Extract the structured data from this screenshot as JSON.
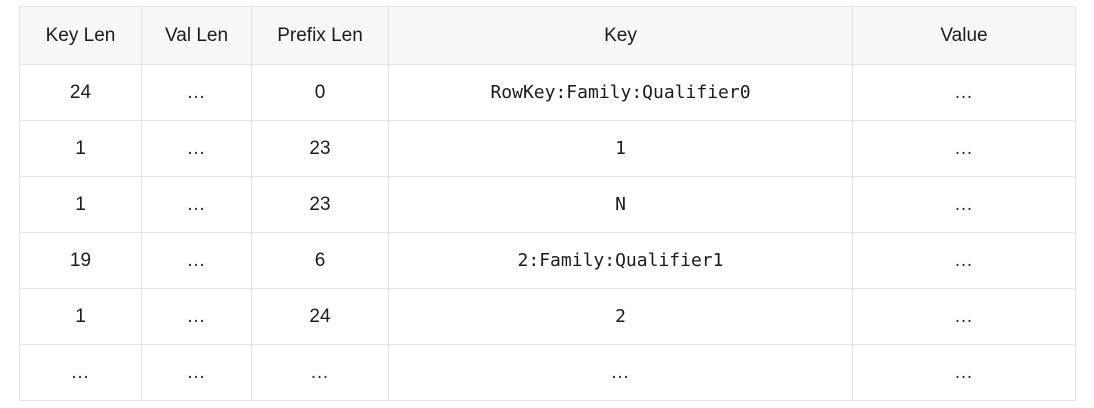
{
  "table": {
    "columns": [
      {
        "key": "key_len",
        "label": "Key Len",
        "align": "center",
        "font": "sans"
      },
      {
        "key": "val_len",
        "label": "Val Len",
        "align": "center",
        "font": "sans"
      },
      {
        "key": "prefix_len",
        "label": "Prefix Len",
        "align": "center",
        "font": "sans"
      },
      {
        "key": "key",
        "label": "Key",
        "align": "center",
        "font": "mono"
      },
      {
        "key": "value",
        "label": "Value",
        "align": "center",
        "font": "sans"
      }
    ],
    "rows": [
      {
        "key_len": "24",
        "val_len": "…",
        "prefix_len": "0",
        "key": "RowKey:Family:Qualifier0",
        "value": "…"
      },
      {
        "key_len": "1",
        "val_len": "…",
        "prefix_len": "23",
        "key": "1",
        "value": "…"
      },
      {
        "key_len": "1",
        "val_len": "…",
        "prefix_len": "23",
        "key": "N",
        "value": "…"
      },
      {
        "key_len": "19",
        "val_len": "…",
        "prefix_len": "6",
        "key": "2:Family:Qualifier1",
        "value": "…"
      },
      {
        "key_len": "1",
        "val_len": "…",
        "prefix_len": "24",
        "key": "2",
        "value": "…"
      },
      {
        "key_len": "…",
        "val_len": "…",
        "prefix_len": "…",
        "key": "…",
        "value": "…"
      }
    ],
    "colors": {
      "header_background": "#f8f8f8",
      "row_background": "#ffffff",
      "border": "#e3e3e3",
      "text": "#1b1b1b"
    }
  }
}
